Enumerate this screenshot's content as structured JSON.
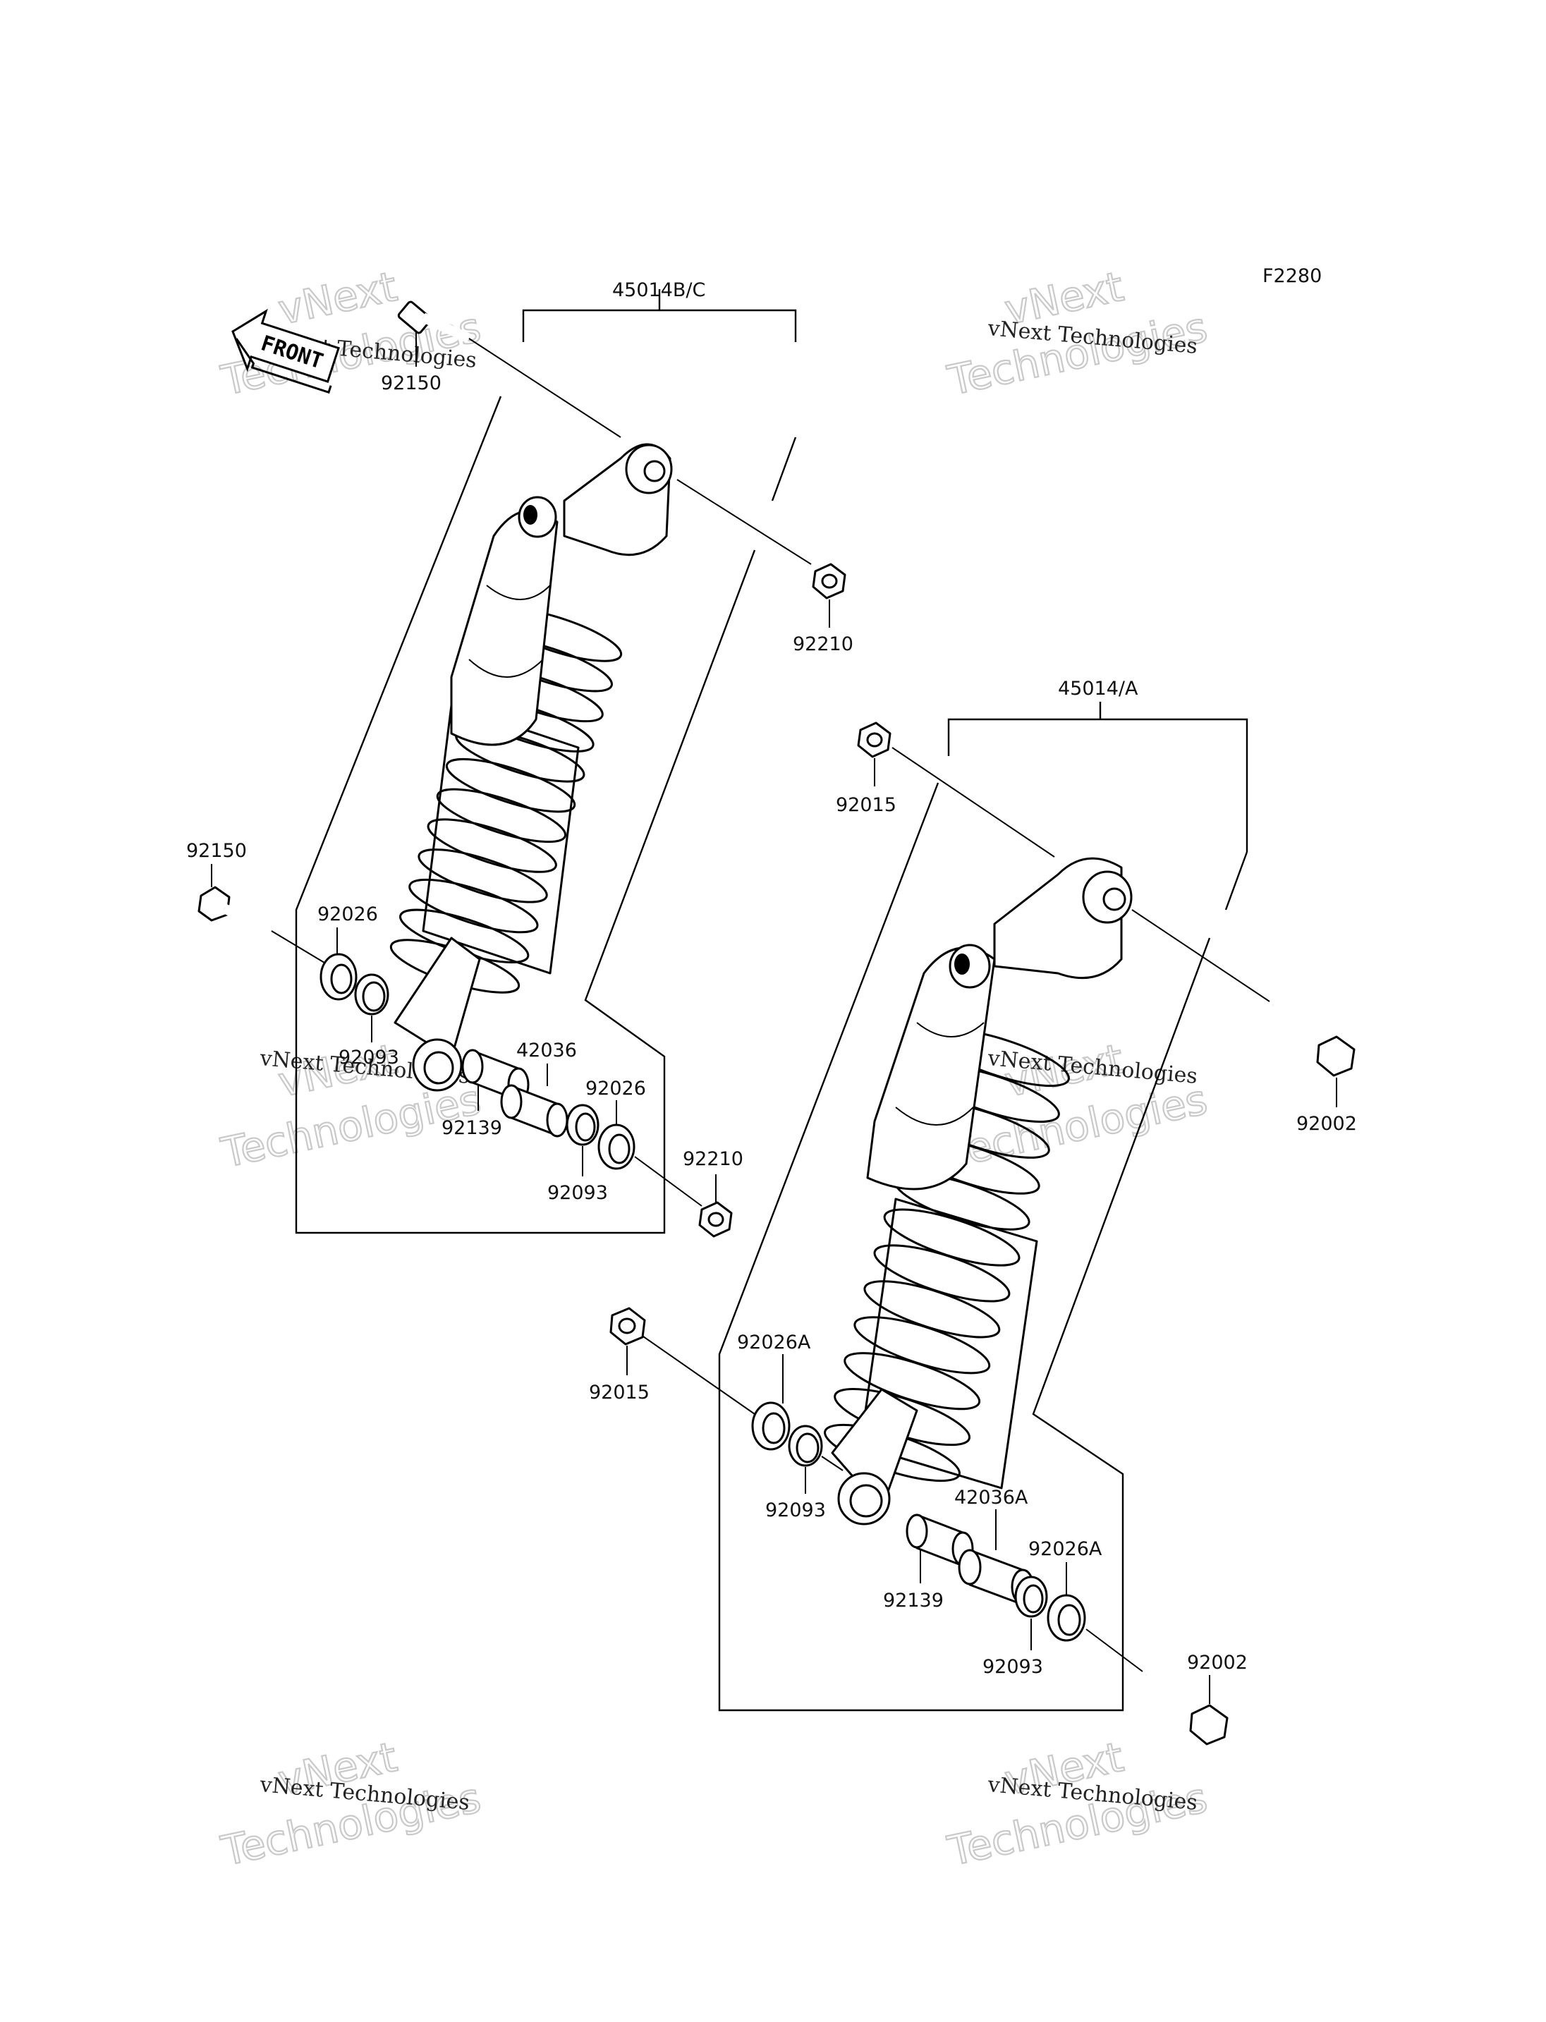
{
  "figure_code": "F2280",
  "watermark": {
    "line1": "vNext Technologies",
    "line2a": "vNext",
    "line2b": "Technologies"
  },
  "front_arrow_label": "FRONT",
  "labels": {
    "assy_upper": "45014B/C",
    "assy_lower": "45014/A",
    "u_bolt_top": "92150",
    "u_nut_top": "92210",
    "u_bolt_left": "92150",
    "u_washer_left": "92026",
    "u_seal_left": "92093",
    "u_sleeve": "42036",
    "u_bushing": "92139",
    "u_washer_right": "92026",
    "u_seal_right": "92093",
    "u_nut_right": "92210",
    "l_nut_top": "92015",
    "l_bolt_right": "92002",
    "l_nut_left": "92015",
    "l_washer_left": "92026A",
    "l_seal_left": "92093",
    "l_sleeve": "42036A",
    "l_bushing": "92139",
    "l_washer_right": "92026A",
    "l_seal_right": "92093",
    "l_bolt_bottom": "92002"
  }
}
